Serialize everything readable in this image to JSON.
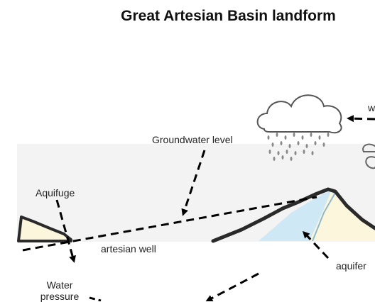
{
  "title": "Great Artesian Basin landform",
  "labels": {
    "groundwater_level": "Groundwater level",
    "aquifuge": "Aquifuge",
    "artesian_well": "artesian well",
    "aquifer": "aquifer",
    "water_pressure_line1": "Water",
    "water_pressure_line2": "pressure",
    "cut_off_label": "w"
  },
  "icons": {
    "rain_cloud": "rain-cloud-icon",
    "wind": "wind-icon"
  },
  "colors": {
    "aquifer_fill": "#cfe8f5",
    "land_fill": "#fbf6dc",
    "arrow": "#000000",
    "rock_edge": "#2a2a2a"
  }
}
